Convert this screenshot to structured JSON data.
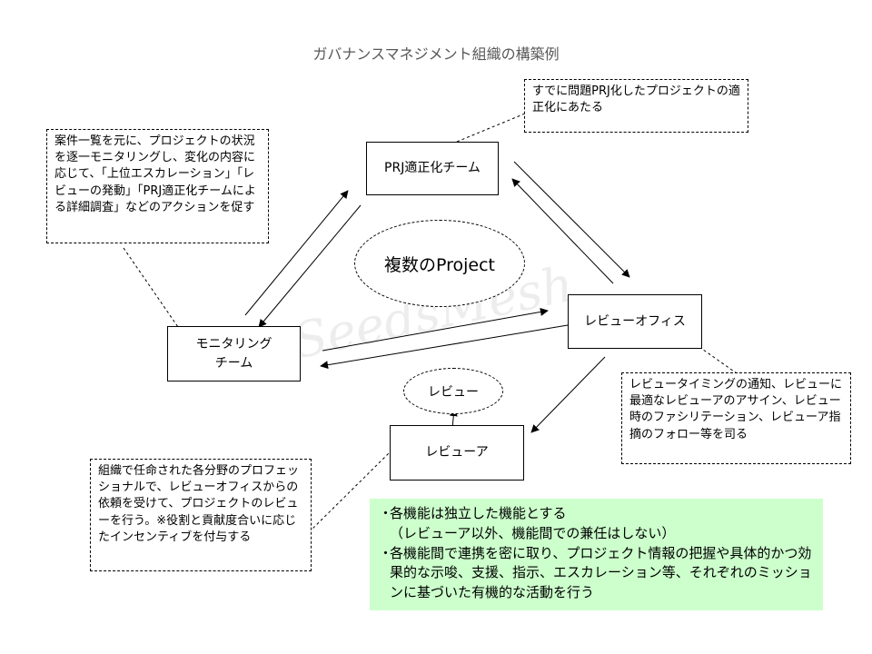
{
  "title": "ガバナンスマネジメント組織の構築例",
  "nodes": {
    "prj_team": "PRJ適正化チーム",
    "review_office": "レビューオフィス",
    "monitoring_team": "モニタリングチーム",
    "reviewer": "レビューア",
    "projects": "複数のProject",
    "review": "レビュー"
  },
  "notes": {
    "prj_team": "すでに問題PRJ化したプロジェクトの適正化にあたる",
    "monitoring_team": "案件一覧を元に、プロジェクトの状況を逐一モニタリングし、変化の内容に応じて、「上位エスカレーション」「レビューの発動」「PRJ適正化チームによる詳細調査」などのアクションを促す",
    "review_office": "レビュータイミングの通知、レビューに最適なレビューアのアサイン、レビュー時のファシリテーション、レビューア指摘のフォロー等を司る",
    "reviewer": "組織で任命された各分野のプロフェッショナルで、レビューオフィスからの依頼を受けて、プロジェクトのレビューを行う。※役割と貢献度合いに応じたインセンティブを付与する"
  },
  "principles": {
    "bullet": "・",
    "item1": "各機能は独立した機能とする",
    "item1_sub": "（レビューア以外、機能間での兼任はしない）",
    "item2": "各機能間で連携を密に取り、プロジェクト情報の把握や具体的かつ効果的な示唆、支援、指示、エスカレーション等、それぞれのミッションに基づいた有機的な活動を行う"
  },
  "watermark": "© SeedsMesh"
}
